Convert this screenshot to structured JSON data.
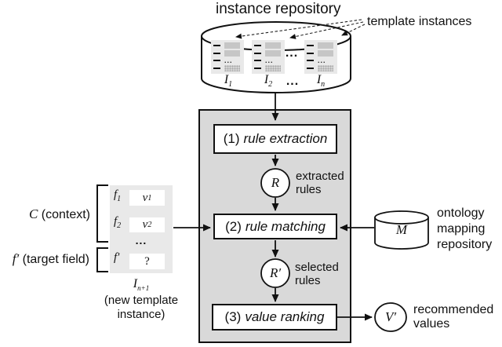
{
  "repository": {
    "title": "instance repository",
    "callout": "template instances",
    "instances": [
      {
        "sym": "I",
        "sub": "1"
      },
      {
        "sym": "I",
        "sub": "2"
      },
      {
        "sym": "I",
        "sub": "n"
      }
    ],
    "between_dots": "...",
    "label_dots": "...",
    "card_row_dots": "..."
  },
  "pipeline": {
    "steps": [
      {
        "num": "(1)",
        "name": "rule extraction"
      },
      {
        "num": "(2)",
        "name": "rule matching"
      },
      {
        "num": "(3)",
        "name": "value ranking"
      }
    ],
    "extracted": {
      "symbol": "R",
      "caption_line1": "extracted",
      "caption_line2": "rules"
    },
    "selected": {
      "symbol": "R′",
      "caption_line1": "selected",
      "caption_line2": "rules"
    }
  },
  "output": {
    "symbol": "V′",
    "caption_line1": "recommended",
    "caption_line2": "values"
  },
  "mapping_repo": {
    "symbol": "M",
    "caption_line1": "ontology",
    "caption_line2": "mapping",
    "caption_line3": "repository"
  },
  "new_instance": {
    "context_symbol": "C",
    "context_label": "(context)",
    "target_symbol": "f′",
    "target_label": "(target field)",
    "fields": [
      {
        "name": "f",
        "name_sub": "1",
        "value": "v",
        "value_sub": "1"
      },
      {
        "name": "f",
        "name_sub": "2",
        "value": "v",
        "value_sub": "2"
      }
    ],
    "row_dots": "...",
    "target_field": {
      "name": "f′",
      "value": "?"
    },
    "caption_symbol": "I",
    "caption_sub": "n+1",
    "caption_line1": "(new template",
    "caption_line2": "instance)"
  },
  "colors": {
    "panel": "#d9d9d9",
    "card": "#e9e9e9",
    "block": "#c6c6c6",
    "line": "#111111"
  }
}
